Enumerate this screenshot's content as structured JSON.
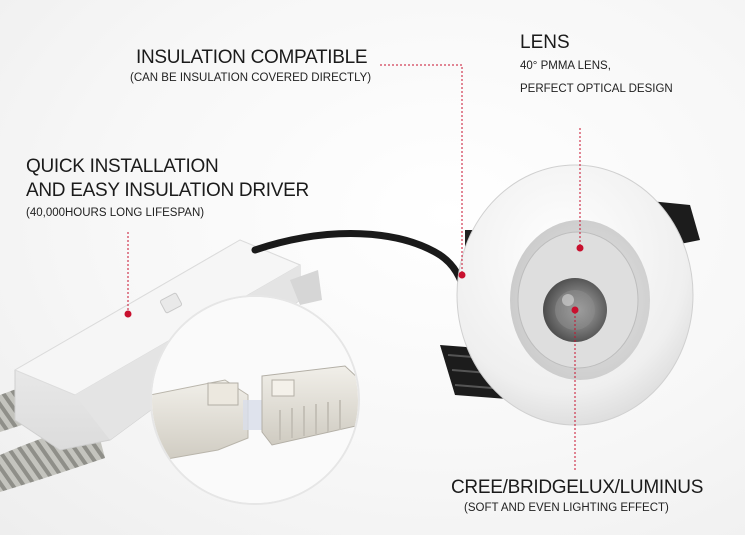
{
  "callouts": {
    "insulation": {
      "title": "INSULATION COMPATIBLE",
      "subtitle": "(CAN BE INSULATION COVERED DIRECTLY)"
    },
    "lens": {
      "title": "LENS",
      "line1": "40°  PMMA LENS,",
      "line2": "PERFECT OPTICAL DESIGN"
    },
    "driver": {
      "title_line1": "QUICK INSTALLATION",
      "title_line2": "AND EASY INSULATION DRIVER",
      "subtitle": "(40,000HOURS LONG LIFESPAN)"
    },
    "chip": {
      "title": "CREE/BRIDGELUX/LUMINUS",
      "subtitle": "(SOFT AND EVEN LIGHTING EFFECT)"
    }
  },
  "colors": {
    "callout_line": "#c8102e",
    "text": "#1b1b1b",
    "housing": "#f4f4f4",
    "gasket": "#1c1c1c"
  }
}
